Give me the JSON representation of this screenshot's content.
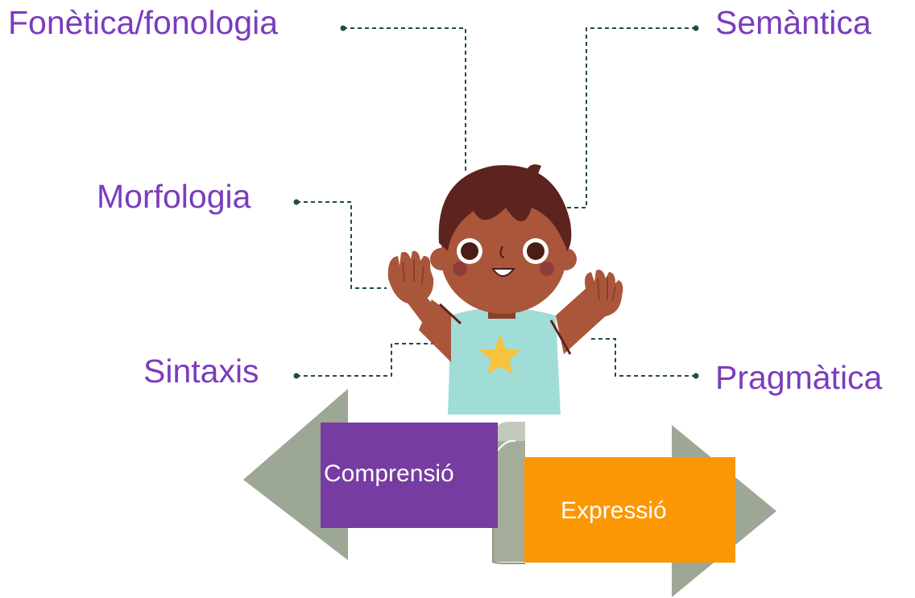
{
  "labels": {
    "fonetica": "Fonètica/fonologia",
    "semantica": "Semàntica",
    "morfologia": "Morfologia",
    "sintaxis": "Sintaxis",
    "pragmatica": "Pragmàtica"
  },
  "boxes": {
    "comprensio": "Comprensió",
    "expressio": "Expressió"
  },
  "colors": {
    "label_text": "#7b3cbd",
    "connector": "#1f4d45",
    "arrow": "#9da795",
    "comprensio_box": "#773ca1",
    "expressio_box": "#fc9704",
    "scroll": "#a5ad9a",
    "skin": "#a9563b",
    "hair": "#5c231f",
    "shirt": "#a0ddd6",
    "star": "#f8c23a"
  }
}
